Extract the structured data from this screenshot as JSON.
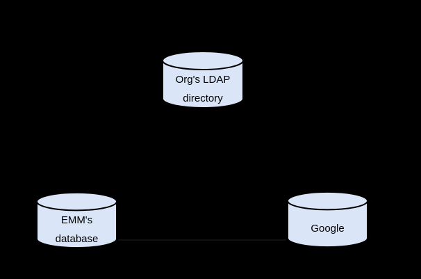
{
  "page": {
    "background": "#000000"
  },
  "diagram": {
    "nodes": [
      {
        "id": "org-ldap-directory",
        "shape": "database-cylinder",
        "lines": [
          "Org's LDAP",
          "directory"
        ]
      },
      {
        "id": "emm-database",
        "shape": "database-cylinder",
        "lines": [
          "EMM's",
          "database"
        ]
      },
      {
        "id": "google",
        "shape": "database-cylinder",
        "lines": [
          "Google"
        ]
      }
    ],
    "connectors": [
      {
        "from": "emm-database",
        "to": "google",
        "style": "faint-horizontal-line",
        "color": "#101010"
      }
    ],
    "colors": {
      "node_fill": "#dae5f7",
      "node_stroke": "#000000",
      "label_text": "#000000",
      "background": "#000000"
    }
  }
}
